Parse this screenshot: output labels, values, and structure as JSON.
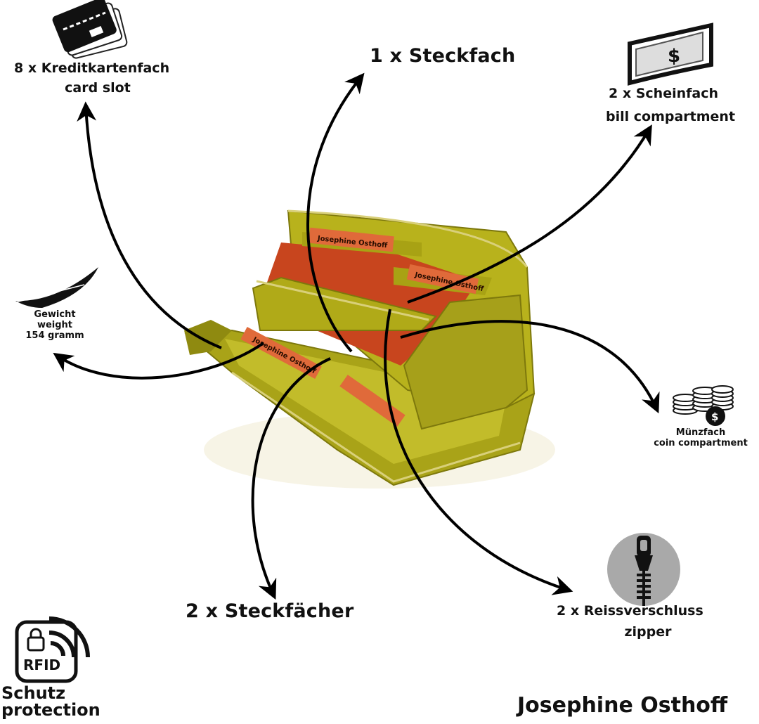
{
  "features": {
    "card_slots": {
      "qty": "8 x",
      "de": "Kreditkartenfach",
      "en": "card slot",
      "icon": "credit-cards-icon"
    },
    "slip_pocket": {
      "qty": "1 x",
      "de": "Steckfach",
      "icon": ""
    },
    "bill_compartment": {
      "qty": "2 x",
      "de": "Scheinfach",
      "en": "bill compartment",
      "icon": "banknote-icon"
    },
    "weight": {
      "de": "Gewicht",
      "en": "weight",
      "value": "154 gramm",
      "icon": "feather-icon"
    },
    "coin_compartment": {
      "de": "Münzfach",
      "en": "coin compartment",
      "icon": "coins-icon"
    },
    "slip_pockets": {
      "qty": "2 x",
      "de": "Steckfächer"
    },
    "zipper": {
      "qty": "2 x",
      "de": "Reissverschluss",
      "en": "zipper",
      "icon": "zipper-icon"
    },
    "rfid": {
      "badge": "RFID",
      "de": "Schutz",
      "en": "protection",
      "icon": "rfid-lock-icon"
    }
  },
  "wallet": {
    "label_text": "Josephine Osthoff",
    "colors": {
      "leather": "#b8b21c",
      "leather_dark": "#8f8a10",
      "lining": "#c8451e",
      "label": "#e06a3a"
    }
  },
  "brand": "Josephine Osthoff"
}
